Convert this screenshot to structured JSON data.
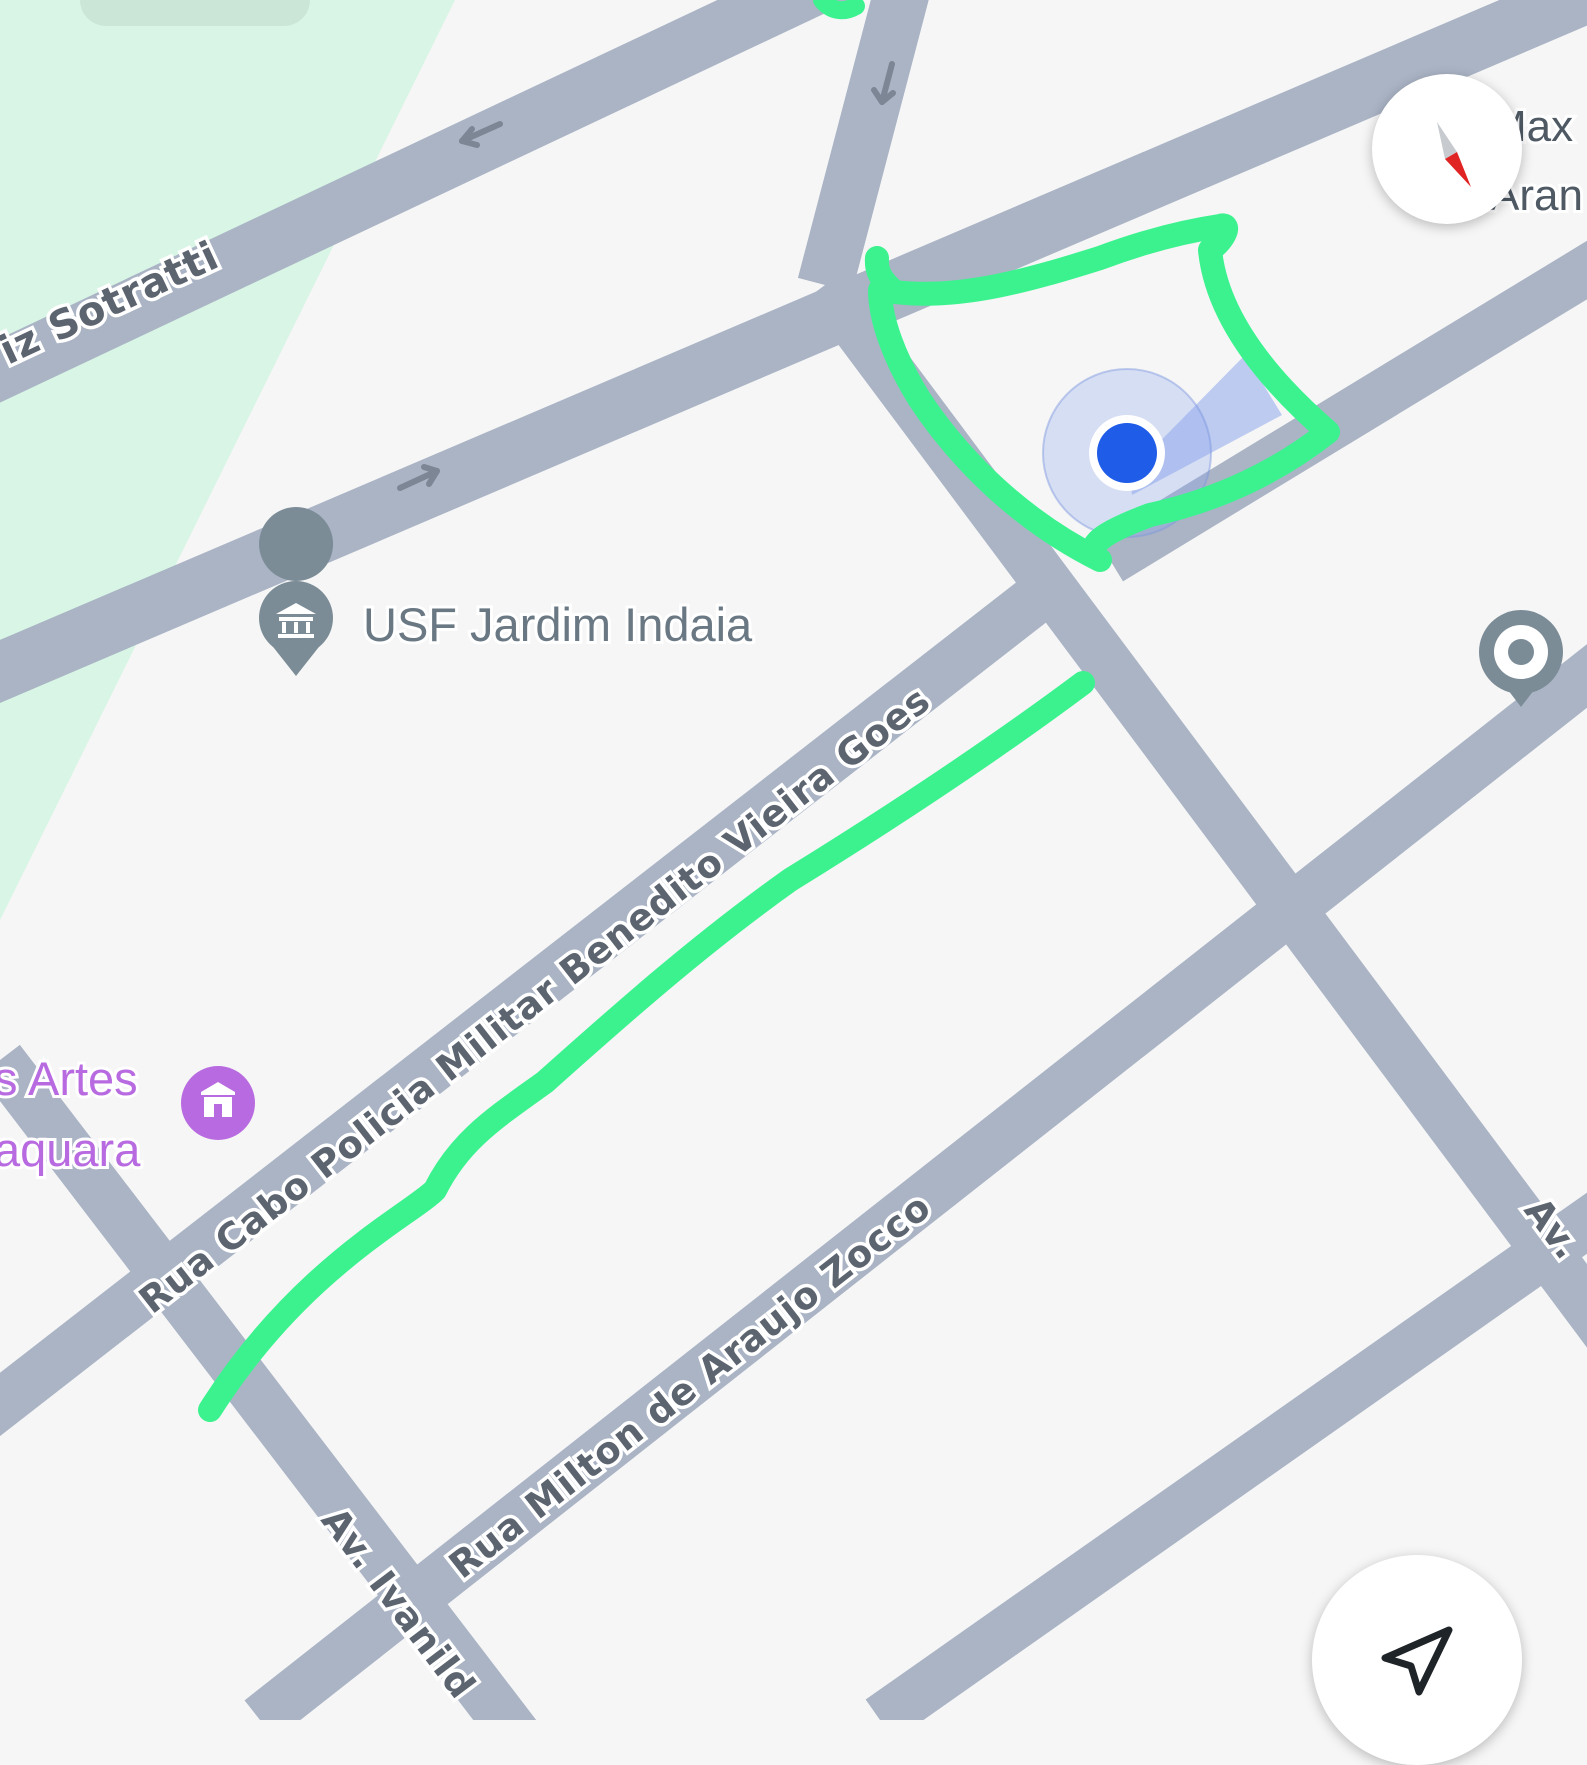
{
  "map": {
    "streets": {
      "luiz_sotratti": "iz Sotratti",
      "cabo_policia": "Rua Cabo Policia Militar Benedito Vieira Goes",
      "milton_zocco": "Rua Milton de Araujo Zocco",
      "ivanilda": "Av. Ivanild",
      "right_av": "Av."
    },
    "places": {
      "usf": {
        "label": "USF Jardim Indaia",
        "icon": "government-building-icon",
        "color": "#7b8c97"
      },
      "arts": {
        "label_line1": "s Artes",
        "label_line2": "aquara",
        "icon": "museum-icon",
        "color": "#b86be0"
      },
      "max": {
        "label_line1": "Max",
        "label_line2": "Aran"
      }
    },
    "colors": {
      "road": "#aab4c5",
      "background": "#f6f6f6",
      "park": "#d8f5e5",
      "annotation": "#3cf28f",
      "location_dot": "#1f5ce8",
      "compass_red": "#e02424"
    }
  },
  "controls": {
    "compass_icon": "compass-icon",
    "my_location_icon": "navigation-arrow-icon"
  }
}
